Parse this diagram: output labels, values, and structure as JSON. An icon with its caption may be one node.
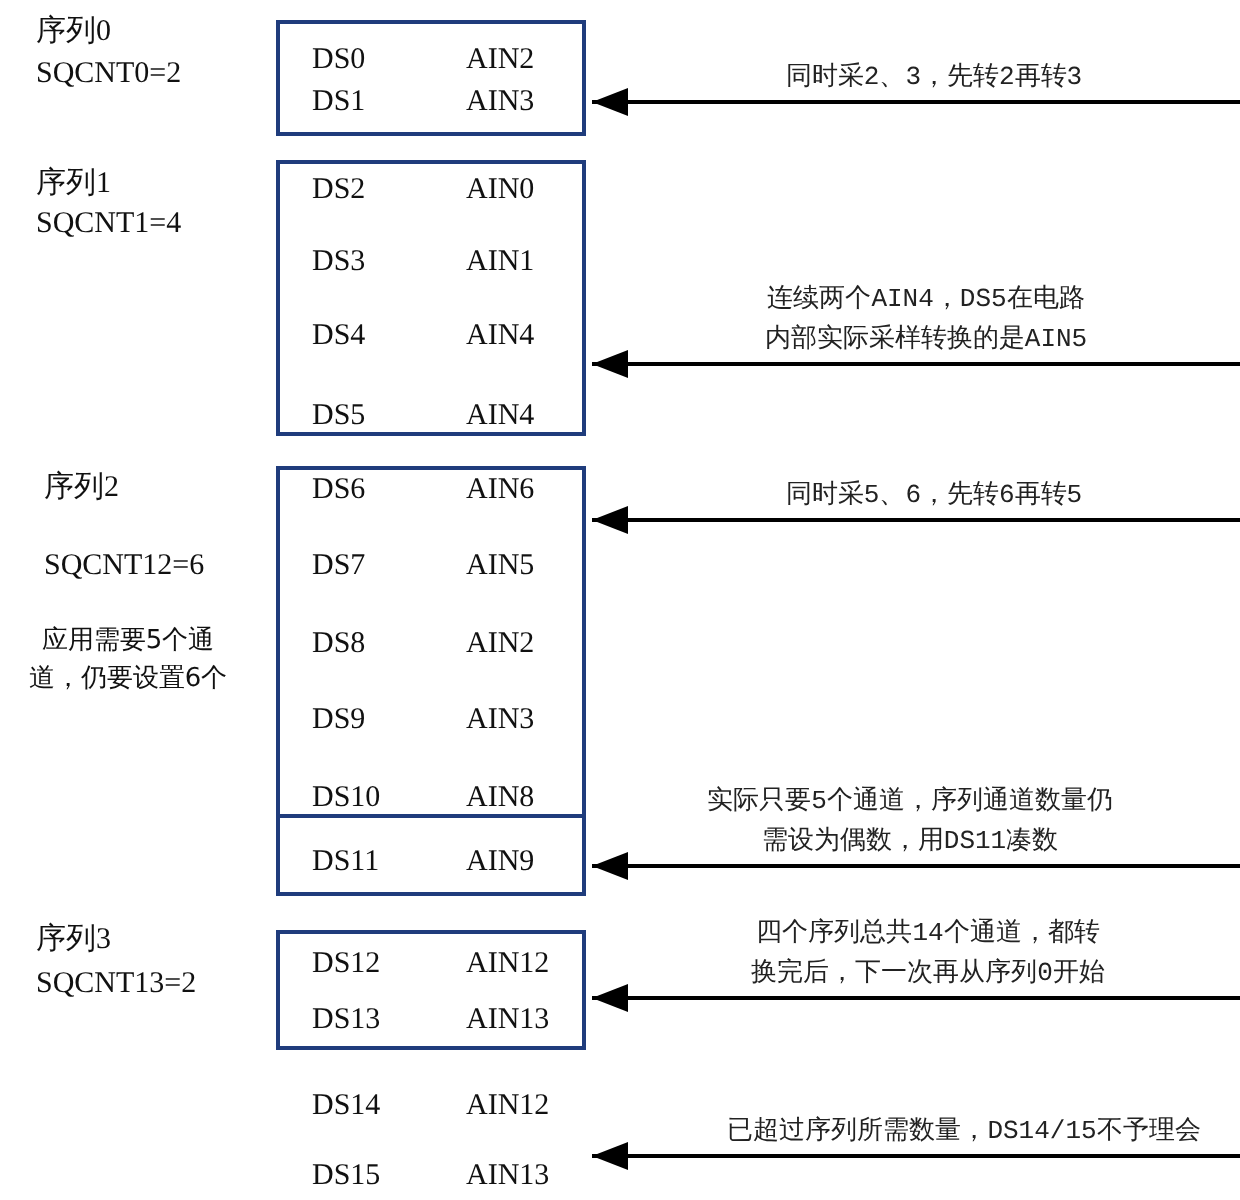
{
  "diagram": {
    "nodes": [
      {
        "text": [
          "DS0",
          "AIN2",
          "DS1",
          "AIN3"
        ]
      },
      {
        "text": [
          "DS2",
          "AIN0",
          "DS3",
          "AIN1",
          "DS4",
          "AIN4",
          "DS5",
          "AIN4"
        ]
      },
      {
        "text": [
          "DS6",
          "AIN6",
          "DS7",
          "AIN5",
          "DS8",
          "AIN2",
          "DS9",
          "AIN3",
          "DS10",
          "AIN8"
        ]
      },
      {
        "text": [
          "DS11",
          "AIN9"
        ]
      },
      {
        "text": [
          "DS12",
          "AIN12",
          "DS13",
          "AIN13"
        ]
      },
      {
        "text": [
          "DS14",
          "AIN12",
          "DS15",
          "AIN13"
        ]
      }
    ],
    "edges": [
      {
        "from": null,
        "to": 0,
        "arrow": "to",
        "label": "同时采2、3，先转2再转3"
      },
      {
        "from": null,
        "to": 1,
        "arrow": "to",
        "label": "连续两个AIN4，DS5在电路内部实际采样转换的是AIN5"
      },
      {
        "from": null,
        "to": 2,
        "arrow": "to",
        "label": "同时采5、6，先转6再转5"
      },
      {
        "from": null,
        "to": 3,
        "arrow": "to",
        "label": "实际只要5个通道，序列通道数量仍需设为偶数，用DS11凑数"
      },
      {
        "from": null,
        "to": 4,
        "arrow": "to",
        "label": "四个序列总共14个通道，都转换完后，下一次再从序列0开始"
      },
      {
        "from": null,
        "to": 5,
        "arrow": "to",
        "label": "已超过序列所需数量，DS14/15不予理会"
      }
    ],
    "labels": [
      "序列0",
      "SQCNT0=2",
      "序列1",
      "SQCNT1=4",
      "序列2",
      "SQCNT12=6",
      "应用需要5个通道，仍要设置6个",
      "序列3",
      "SQCNT13=2"
    ]
  }
}
